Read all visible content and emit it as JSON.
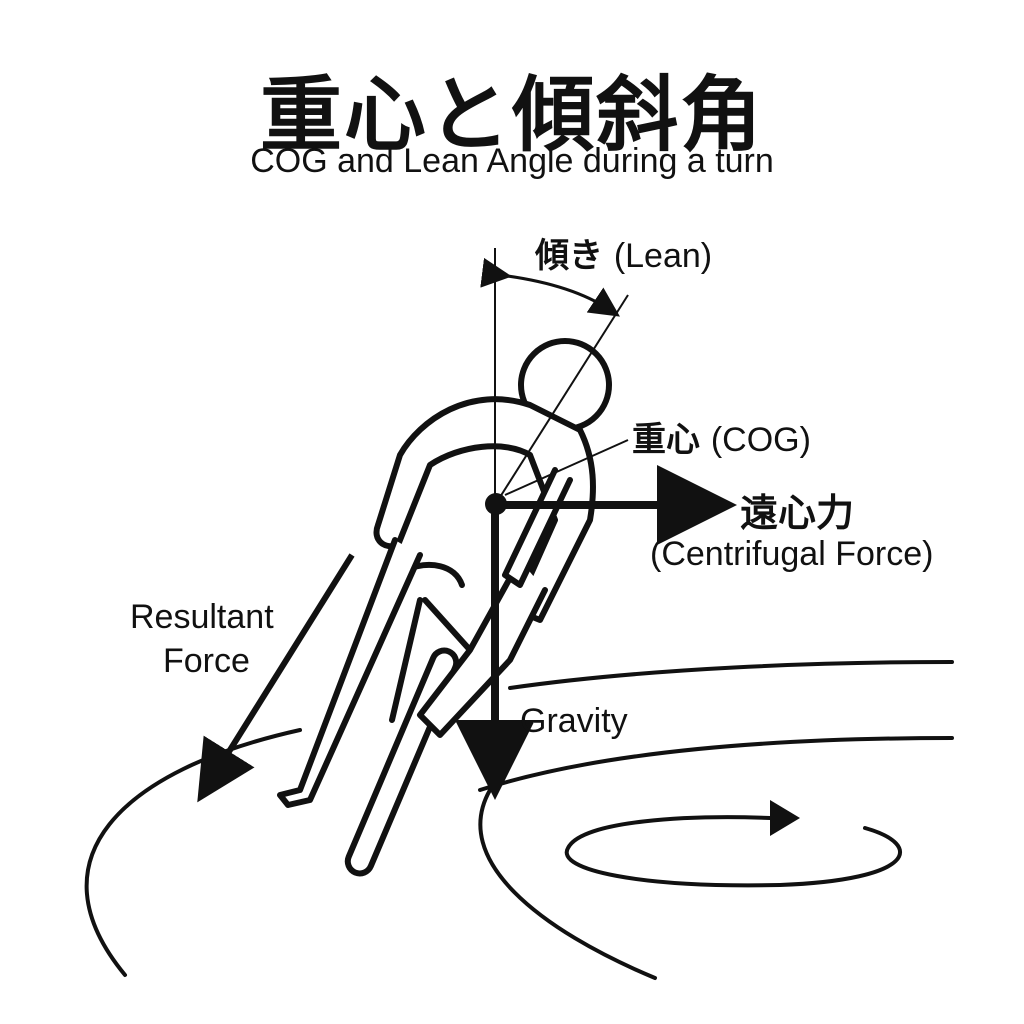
{
  "title": "重心と傾斜角",
  "subtitle": "COG and Lean Angle during a turn",
  "labels": {
    "lean_jp": "傾き",
    "lean_en": "(Lean)",
    "cog_jp": "重心",
    "cog_en": "(COG)",
    "centrifugal_jp": "遠心力",
    "centrifugal_en": "(Centrifugal Force)",
    "resultant_line1": "Resultant",
    "resultant_line2": "Force",
    "gravity": "Gravity"
  },
  "colors": {
    "ink": "#111111",
    "background": "#ffffff"
  }
}
